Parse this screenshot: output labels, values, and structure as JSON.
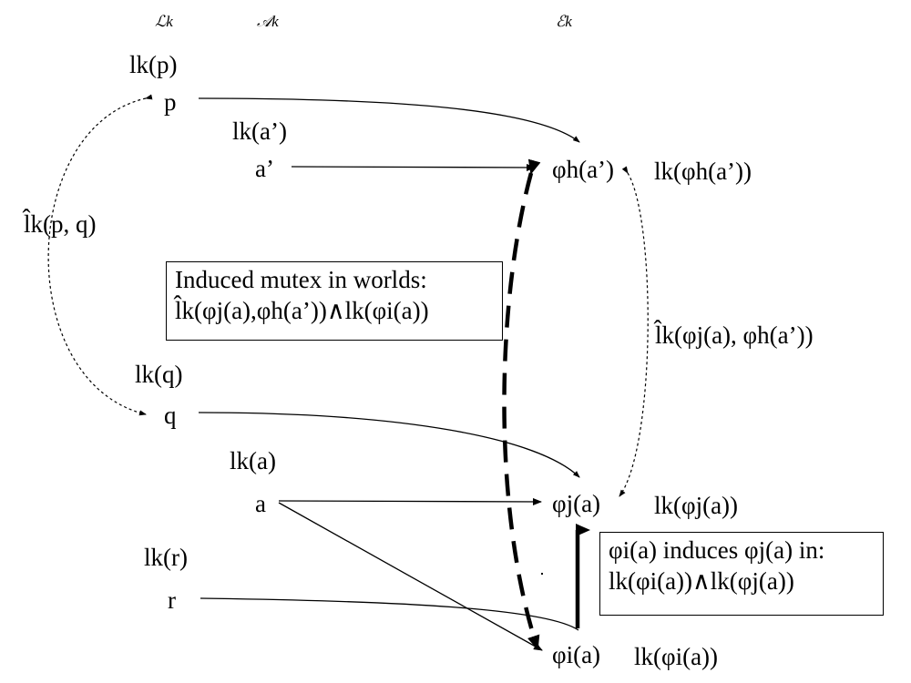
{
  "headers": {
    "literals": "ℒk",
    "actions": "𝒜k",
    "effects": "ℰk"
  },
  "nodes": {
    "p": {
      "label": "lk(p)",
      "node": "p"
    },
    "a_prime": {
      "label": "lk(a’)",
      "node": "a’"
    },
    "q": {
      "label": "lk(q)",
      "node": "q"
    },
    "a": {
      "label": "lk(a)",
      "node": "a"
    },
    "r": {
      "label": "lk(r)",
      "node": "r"
    },
    "phi_h": {
      "node": "φh(a’)",
      "label": "lk(φh(a’))"
    },
    "phi_j": {
      "node": "φj(a)",
      "label": "lk(φj(a))"
    },
    "phi_i": {
      "node": "φi(a)",
      "label": "lk(φi(a))"
    }
  },
  "mutex_labels": {
    "pq": "l̂k(p, q)",
    "effects": "l̂k(φj(a), φh(a’))"
  },
  "boxes": {
    "induced_mutex": {
      "line1": "Induced mutex in worlds:",
      "line2": "l̂k(φj(a),φh(a’))∧lk(φi(a))"
    },
    "induces": {
      "line1": "φi(a) induces φj(a) in:",
      "line2": "lk(φi(a))∧lk(φj(a))"
    }
  }
}
